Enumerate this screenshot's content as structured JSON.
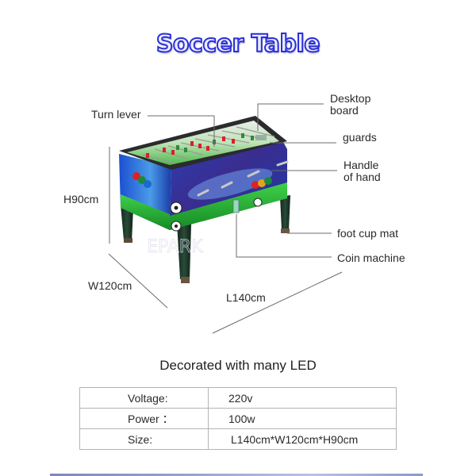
{
  "header": {
    "title": "Soccer Table"
  },
  "callouts": {
    "turn_lever": "Turn lever",
    "desktop_board": [
      "Desktop",
      "board"
    ],
    "guards": "guards",
    "handle_of_hand": [
      "Handle",
      "of hand"
    ],
    "foot_cup_mat": "foot cup mat",
    "coin_machine": "Coin machine"
  },
  "dimensions": {
    "height": "H90cm",
    "width": "W120cm",
    "length": "L140cm"
  },
  "product_image": {
    "description": "Foosball soccer table with LED-decorated blue/purple stadium graphics, green field, red and green players, black legs",
    "colors": {
      "frame": "#2b2b2e",
      "side_panel_blue": "#1f4fc9",
      "side_panel_purple": "#3b2a8a",
      "grass": "#22b32a",
      "player_red": "#d9202b",
      "player_green": "#2f8a3a",
      "leg": "#1e3b2a"
    }
  },
  "feature_text": "Decorated with many LED",
  "specs": {
    "rows": [
      {
        "label": "Voltage:",
        "value": "220v"
      },
      {
        "label": "Power  ：",
        "value": "100w"
      },
      {
        "label": "Size:",
        "value": "L140cm*W120cm*H90cm"
      }
    ]
  },
  "colors": {
    "title_outline": "#2b2fd6",
    "title_fill": "#e9ecff",
    "line": "#6b6b6b",
    "table_border": "#b4b4b4"
  }
}
